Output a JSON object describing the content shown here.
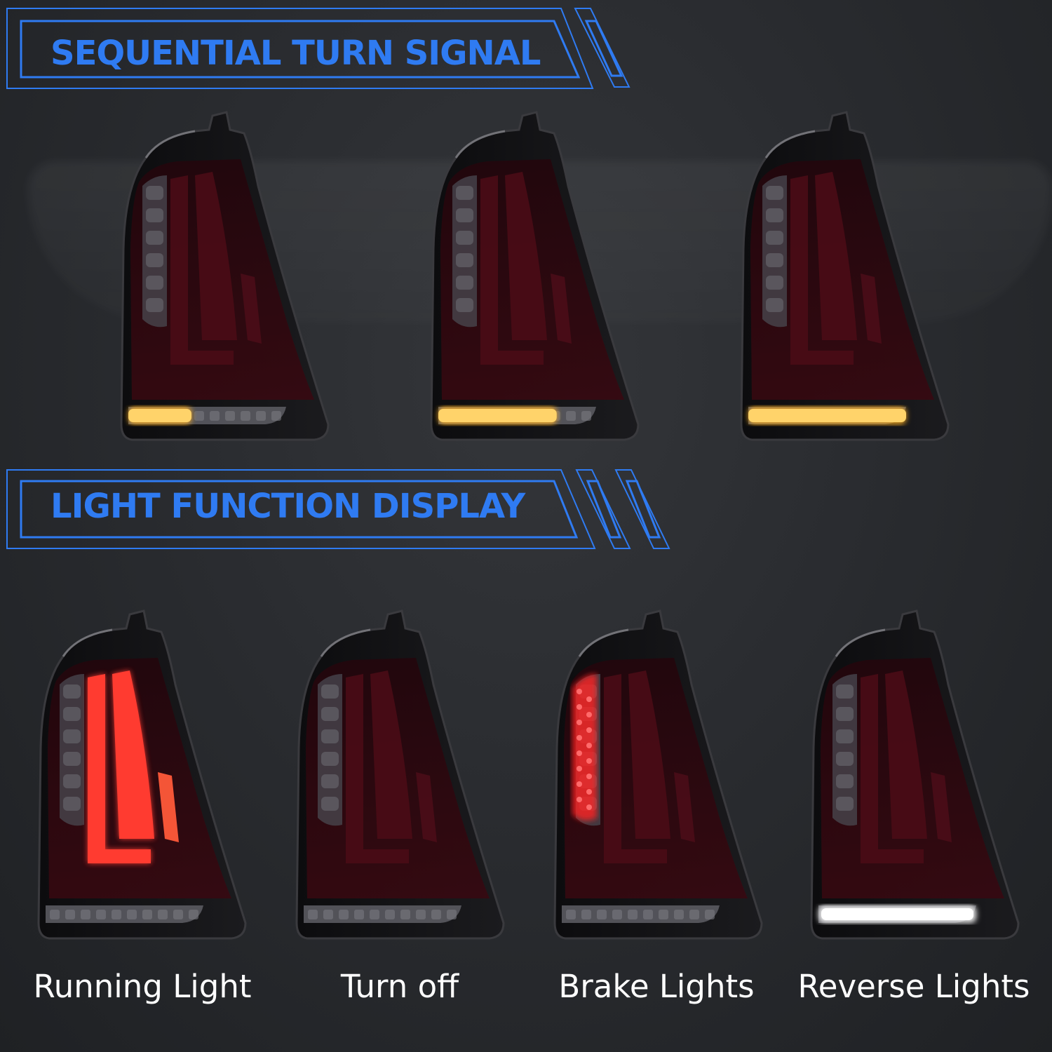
{
  "banners": {
    "top": {
      "title": "SEQUENTIAL TURN SIGNAL"
    },
    "bottom": {
      "title": "LIGHT FUNCTION DISPLAY"
    }
  },
  "colors": {
    "banner_blue": "#2f7bf2",
    "lens_red": "#5a0f1c",
    "running_red": "#ff3b30",
    "turn_amber": "#ffb020",
    "reverse_white": "#ffffff"
  },
  "sequential_frames": [
    {
      "turn_fill": 0.4
    },
    {
      "turn_fill": 0.75
    },
    {
      "turn_fill": 1.0
    }
  ],
  "function_display": [
    {
      "label": "Running Light",
      "state": "running"
    },
    {
      "label": "Turn off",
      "state": "off"
    },
    {
      "label": "Brake Lights",
      "state": "brake"
    },
    {
      "label": "Reverse Lights",
      "state": "reverse"
    }
  ]
}
